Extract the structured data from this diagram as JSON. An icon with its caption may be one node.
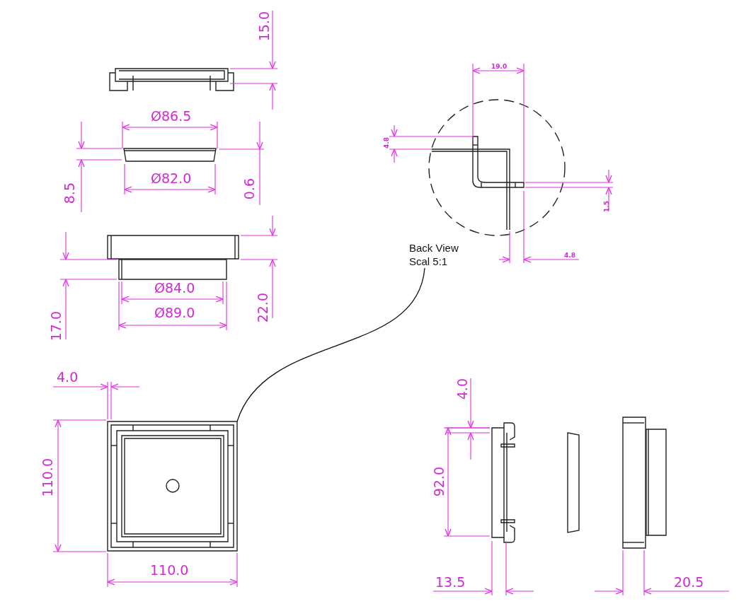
{
  "diagram": {
    "nodes": [
      {
        "text": [
          "Back View Scal 5:1"
        ]
      },
      {
        "text": [],
        "shape": "picture"
      }
    ],
    "edges": [
      {
        "from": 0,
        "to": 1,
        "arrow": "none"
      }
    ],
    "labels": [
      "15.0",
      "19.0",
      "Ø86.5",
      "4.8",
      "8.5",
      "0.6",
      "1.5",
      "Ø82.0",
      "4.8",
      "17.0",
      "22.0",
      "Ø84.0",
      "Ø89.0",
      "4.0",
      "110.0",
      "4.0",
      "92.0",
      "110.0",
      "13.5",
      "20.5"
    ]
  }
}
